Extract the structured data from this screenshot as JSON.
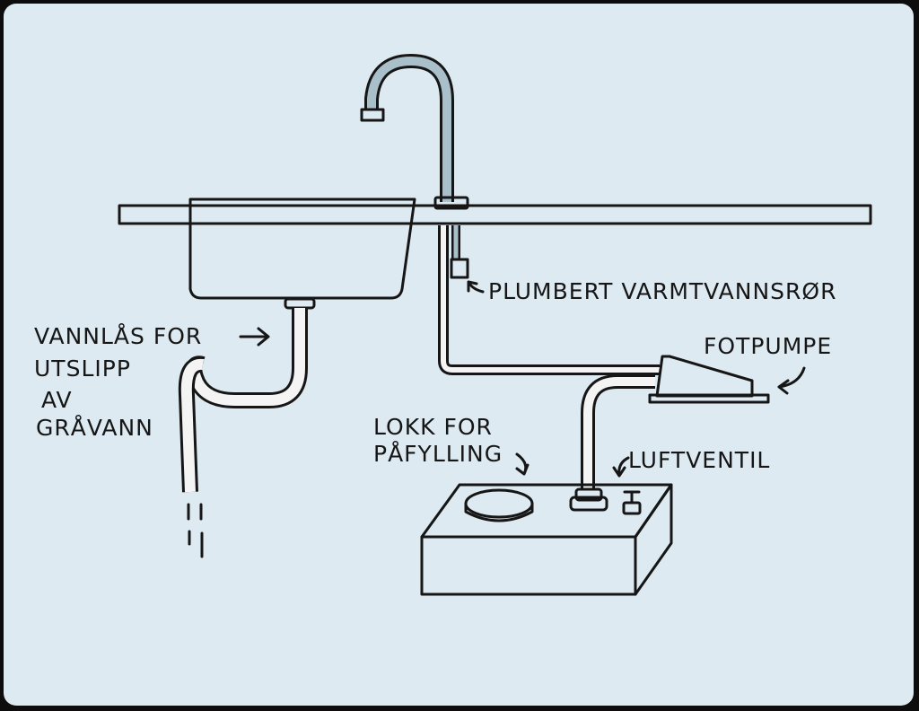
{
  "labels": {
    "trap_line1": "VANNLÅS FOR",
    "trap_line2": "UTSLIPP",
    "trap_line3": "AV",
    "trap_line4": "GRÅVANN",
    "hot_water": "PLUMBERT VARMTVANNSRØR",
    "foot_pump": "FOTPUMPE",
    "lid_line1": "LOKK FOR",
    "lid_line2": "PÅFYLLING",
    "air_valve": "LUFTVENTIL"
  },
  "colors": {
    "background": "#ddeaf1",
    "metal": "#a9bfca",
    "metal_light": "#c9d9e1",
    "white": "#f4f4f4",
    "ink": "#161616"
  },
  "icons": [
    "faucet-icon",
    "sink-basin-icon",
    "drain-trap-icon",
    "hot-water-pipe-icon",
    "foot-pump-icon",
    "water-tank-icon",
    "fill-lid-icon",
    "air-valve-icon",
    "arrow-icon"
  ]
}
